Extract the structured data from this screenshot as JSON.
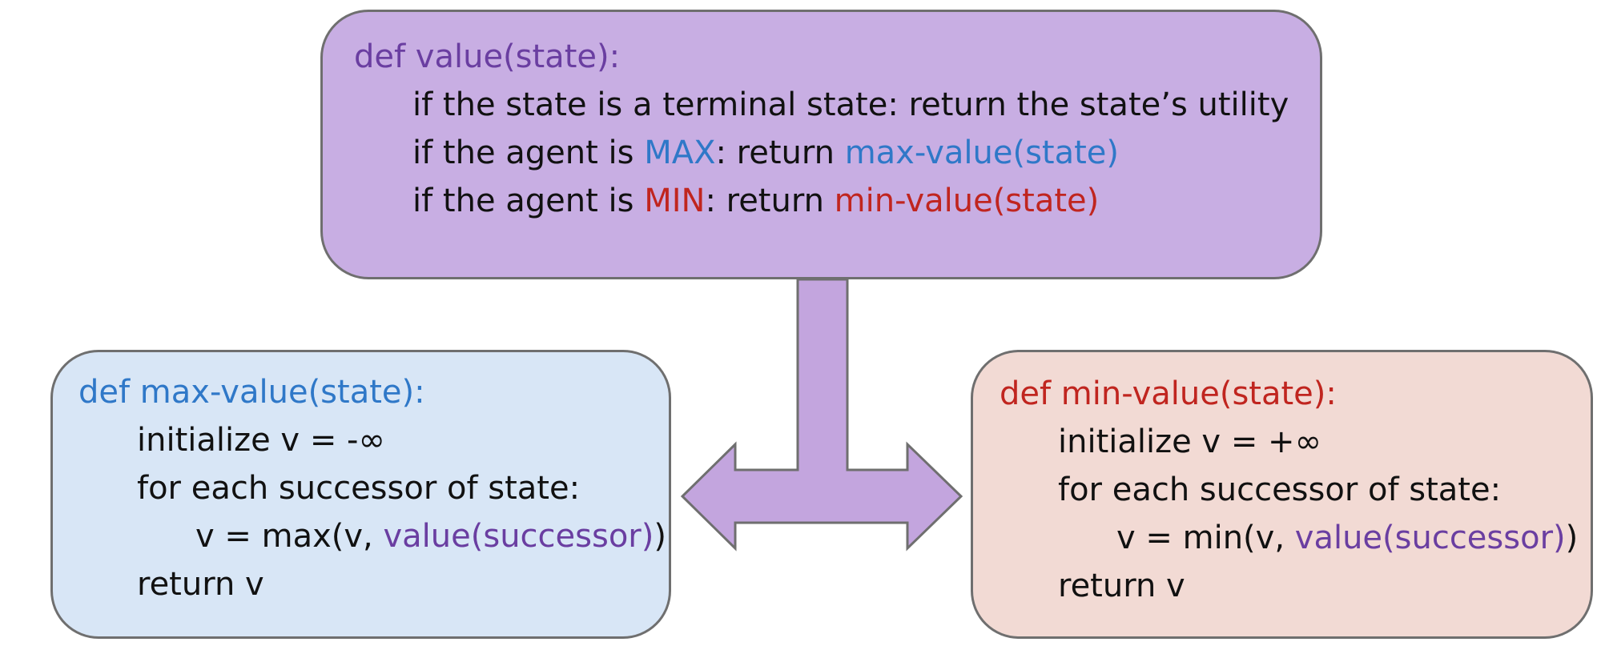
{
  "colors": {
    "value_box": "#c8aee3",
    "max_box": "#d8e6f6",
    "min_box": "#f2dad4",
    "value_text": "#6a3ea1",
    "max_text": "#2f78c8",
    "min_text": "#c0251f",
    "arrow": "#c3a5de"
  },
  "value_fn": {
    "header": "def value(state):",
    "line1": "if the state is a terminal state: return the state’s utility",
    "line2_pre": "if the agent is ",
    "line2_agent": "MAX",
    "line2_mid": ": return ",
    "line2_call": "max-value(state)",
    "line3_pre": "if the agent is ",
    "line3_agent": "MIN",
    "line3_mid": ": return ",
    "line3_call": "min-value(state)"
  },
  "max_fn": {
    "header": "def max-value(state):",
    "init": "initialize v = -∞",
    "loop": "for each successor of state:",
    "update_pre": "v = max(v, ",
    "update_call": "value(successor)",
    "update_post": ")",
    "ret": "return v"
  },
  "min_fn": {
    "header": "def min-value(state):",
    "init": "initialize v = +∞",
    "loop": "for each successor of state:",
    "update_pre": "v = min(v, ",
    "update_call": "value(successor)",
    "update_post": ")",
    "ret": "return v"
  }
}
